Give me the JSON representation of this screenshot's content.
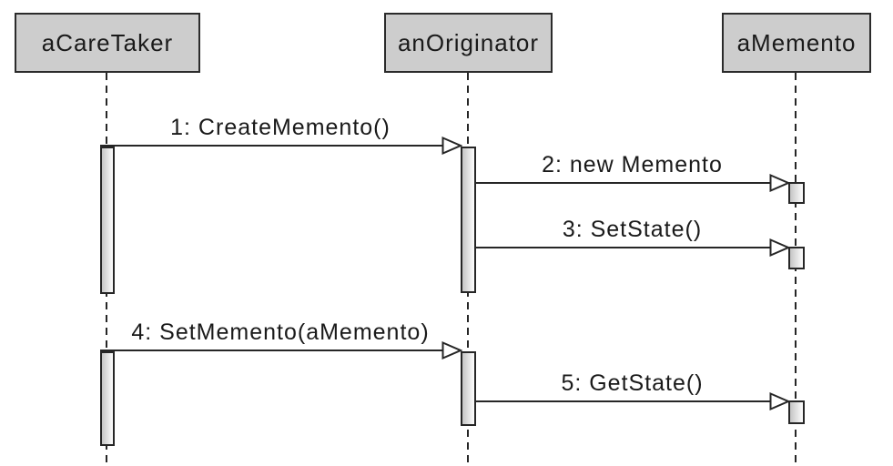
{
  "diagram": {
    "type": "uml-sequence-diagram",
    "subject": "Memento design pattern interaction",
    "lifelines": [
      {
        "id": "aCareTaker",
        "label": "aCareTaker"
      },
      {
        "id": "anOriginator",
        "label": "anOriginator"
      },
      {
        "id": "aMemento",
        "label": "aMemento"
      }
    ],
    "messages": [
      {
        "seq": 1,
        "label": "1: CreateMemento()",
        "from": "aCareTaker",
        "to": "anOriginator",
        "arrow": "open-triangle"
      },
      {
        "seq": 2,
        "label": "2: new Memento",
        "from": "anOriginator",
        "to": "aMemento",
        "arrow": "open-triangle"
      },
      {
        "seq": 3,
        "label": "3: SetState()",
        "from": "anOriginator",
        "to": "aMemento",
        "arrow": "open-triangle"
      },
      {
        "seq": 4,
        "label": "4: SetMemento(aMemento)",
        "from": "aCareTaker",
        "to": "anOriginator",
        "arrow": "open-triangle"
      },
      {
        "seq": 5,
        "label": "5: GetState()",
        "from": "anOriginator",
        "to": "aMemento",
        "arrow": "open-triangle"
      }
    ],
    "activations": [
      {
        "lifeline": "aCareTaker",
        "note": "long bar spanning messages 1-3"
      },
      {
        "lifeline": "aCareTaker",
        "note": "long bar spanning messages 4-5"
      },
      {
        "lifeline": "anOriginator",
        "note": "long bar spanning messages 1-3"
      },
      {
        "lifeline": "anOriginator",
        "note": "long bar spanning messages 4-5"
      },
      {
        "lifeline": "aMemento",
        "note": "small bar at message 2"
      },
      {
        "lifeline": "aMemento",
        "note": "small bar at message 3"
      },
      {
        "lifeline": "aMemento",
        "note": "small bar at message 5"
      }
    ],
    "colors": {
      "background": "#ffffff",
      "box_fill": "#cdcdcd",
      "box_border": "#2b2b2b",
      "line": "#262626",
      "text": "#1a1a1a",
      "activation_fill_start": "#c5c5c5",
      "activation_fill_end": "#fdfdfd",
      "arrowhead_fill": "#ffffff"
    }
  }
}
